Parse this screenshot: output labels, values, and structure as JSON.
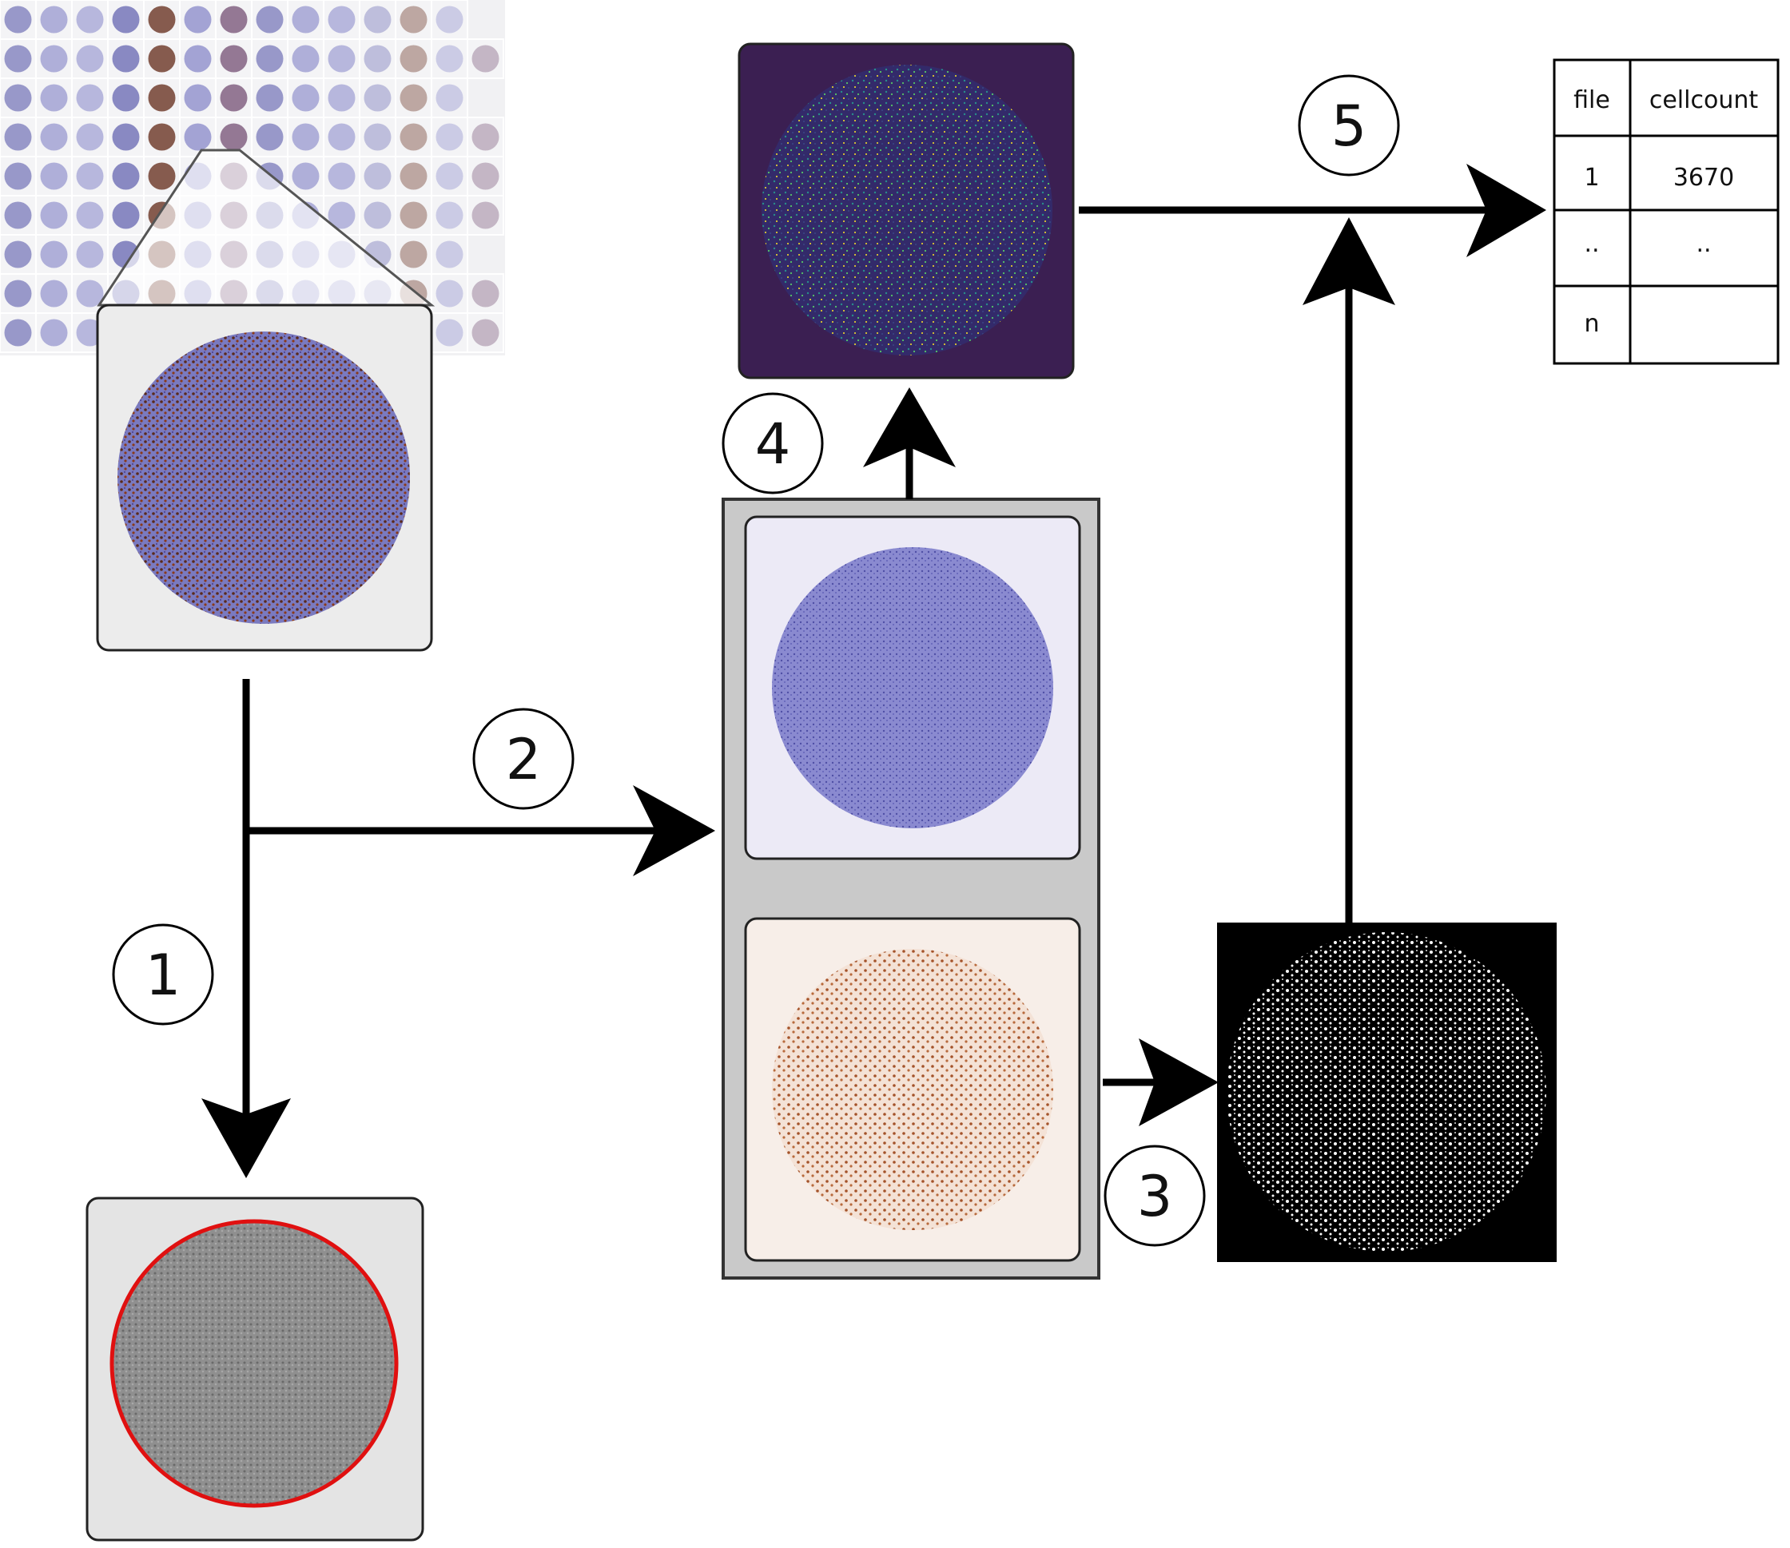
{
  "steps": [
    "1",
    "2",
    "3",
    "4",
    "5"
  ],
  "table": {
    "headers": [
      "file",
      "cellcount"
    ],
    "rows": [
      [
        "1",
        "3670"
      ],
      [
        "..",
        ".."
      ],
      [
        "n",
        ""
      ]
    ]
  },
  "colors": {
    "arrow": "#000000",
    "hematoxylin": "#6c6cc2",
    "dab": "#9a4a22",
    "heatmap_bg": "#3b1f52",
    "mask_bg": "#000000",
    "outline_ring": "#e01010"
  },
  "icons": [
    "tissue-microarray-grid",
    "core-he-dab",
    "core-grayscale-outlined",
    "hematoxylin-channel",
    "dab-channel",
    "binary-mask",
    "viridis-heatmap"
  ]
}
